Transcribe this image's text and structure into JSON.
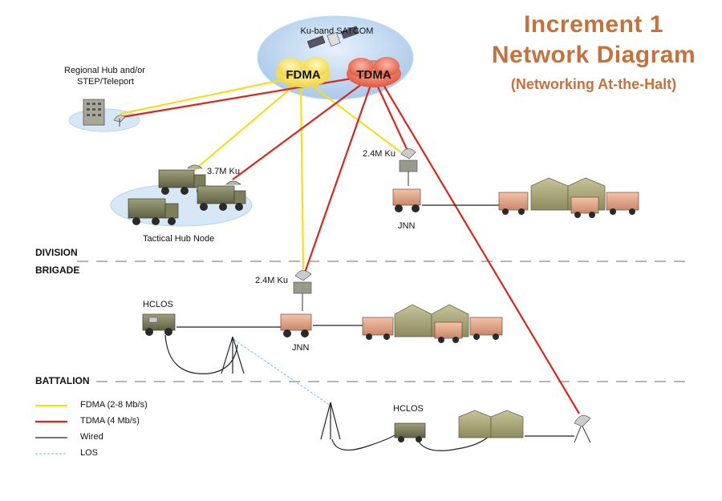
{
  "title": {
    "line1": "Increment 1",
    "line2": "Network Diagram",
    "subtitle": "(Networking At-the-Halt)"
  },
  "satellite": {
    "label": "Ku-band SATCOM",
    "fdma": "FDMA",
    "tdma": "TDMA"
  },
  "nodes": {
    "regional_hub": {
      "line1": "Regional Hub and/or",
      "line2": "STEP/Teleport"
    },
    "tactical_hub": {
      "label": "Tactical Hub Node",
      "dish": "3.7M Ku"
    },
    "jnn_division": {
      "label": "JNN",
      "dish": "2.4M Ku"
    },
    "jnn_brigade": {
      "label": "JNN",
      "dish": "2.4M Ku"
    },
    "hclos_brigade": {
      "label": "HCLOS"
    },
    "hclos_battalion": {
      "label": "HCLOS"
    }
  },
  "tiers": {
    "division": "DIVISION",
    "brigade": "BRIGADE",
    "battalion": "BATTALION"
  },
  "legend": [
    {
      "label": "FDMA (2-8 Mb/s)",
      "color": "#f2e01e"
    },
    {
      "label": "TDMA (4 Mb/s)",
      "color": "#d9261c"
    },
    {
      "label": "Wired",
      "color": "#222222"
    },
    {
      "label": "LOS",
      "color": "#6cc0dc"
    }
  ],
  "colors": {
    "fdma": "#f2e01e",
    "tdma": "#d9261c",
    "wired": "#222222",
    "los": "#6cc0dc",
    "title": "#c8703a"
  }
}
